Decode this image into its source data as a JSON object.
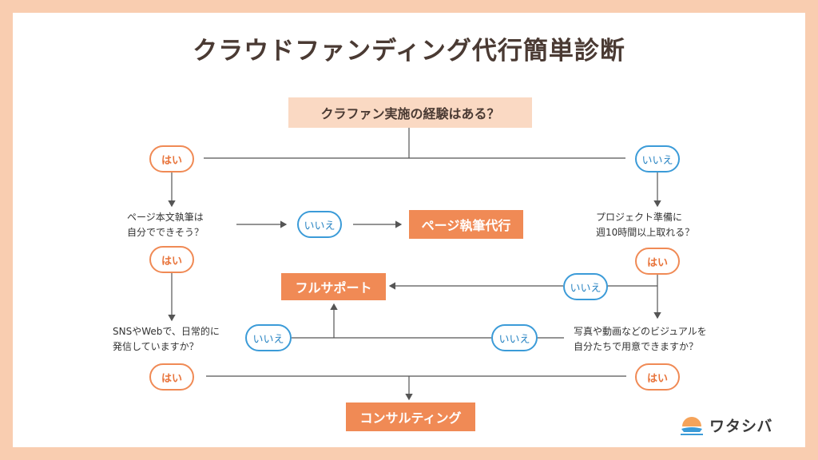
{
  "title": "クラウドファンディング代行簡単診断",
  "root_question": "クラファン実施の経験はある？",
  "yes_label": "はい",
  "no_label": "いいえ",
  "q_page_line1": "ページ本文執筆は",
  "q_page_line2": "自分でできそう？",
  "q_prep_line1": "プロジェクト準備に",
  "q_prep_line2": "週10時間以上取れる？",
  "q_sns_line1": "SNSやWebで、日常的に",
  "q_sns_line2": "発信していますか？",
  "q_visual_line1": "写真や動画などのビジュアルを",
  "q_visual_line2": "自分たちで用意できますか？",
  "result_page": "ページ執筆代行",
  "result_full": "フルサポート",
  "result_consult": "コンサルティング",
  "logo_text": "ワタシバ",
  "colors": {
    "accent": "#F08A55",
    "no": "#3B9BD8",
    "background": "#F9CDB0",
    "title": "#4A3A33"
  }
}
